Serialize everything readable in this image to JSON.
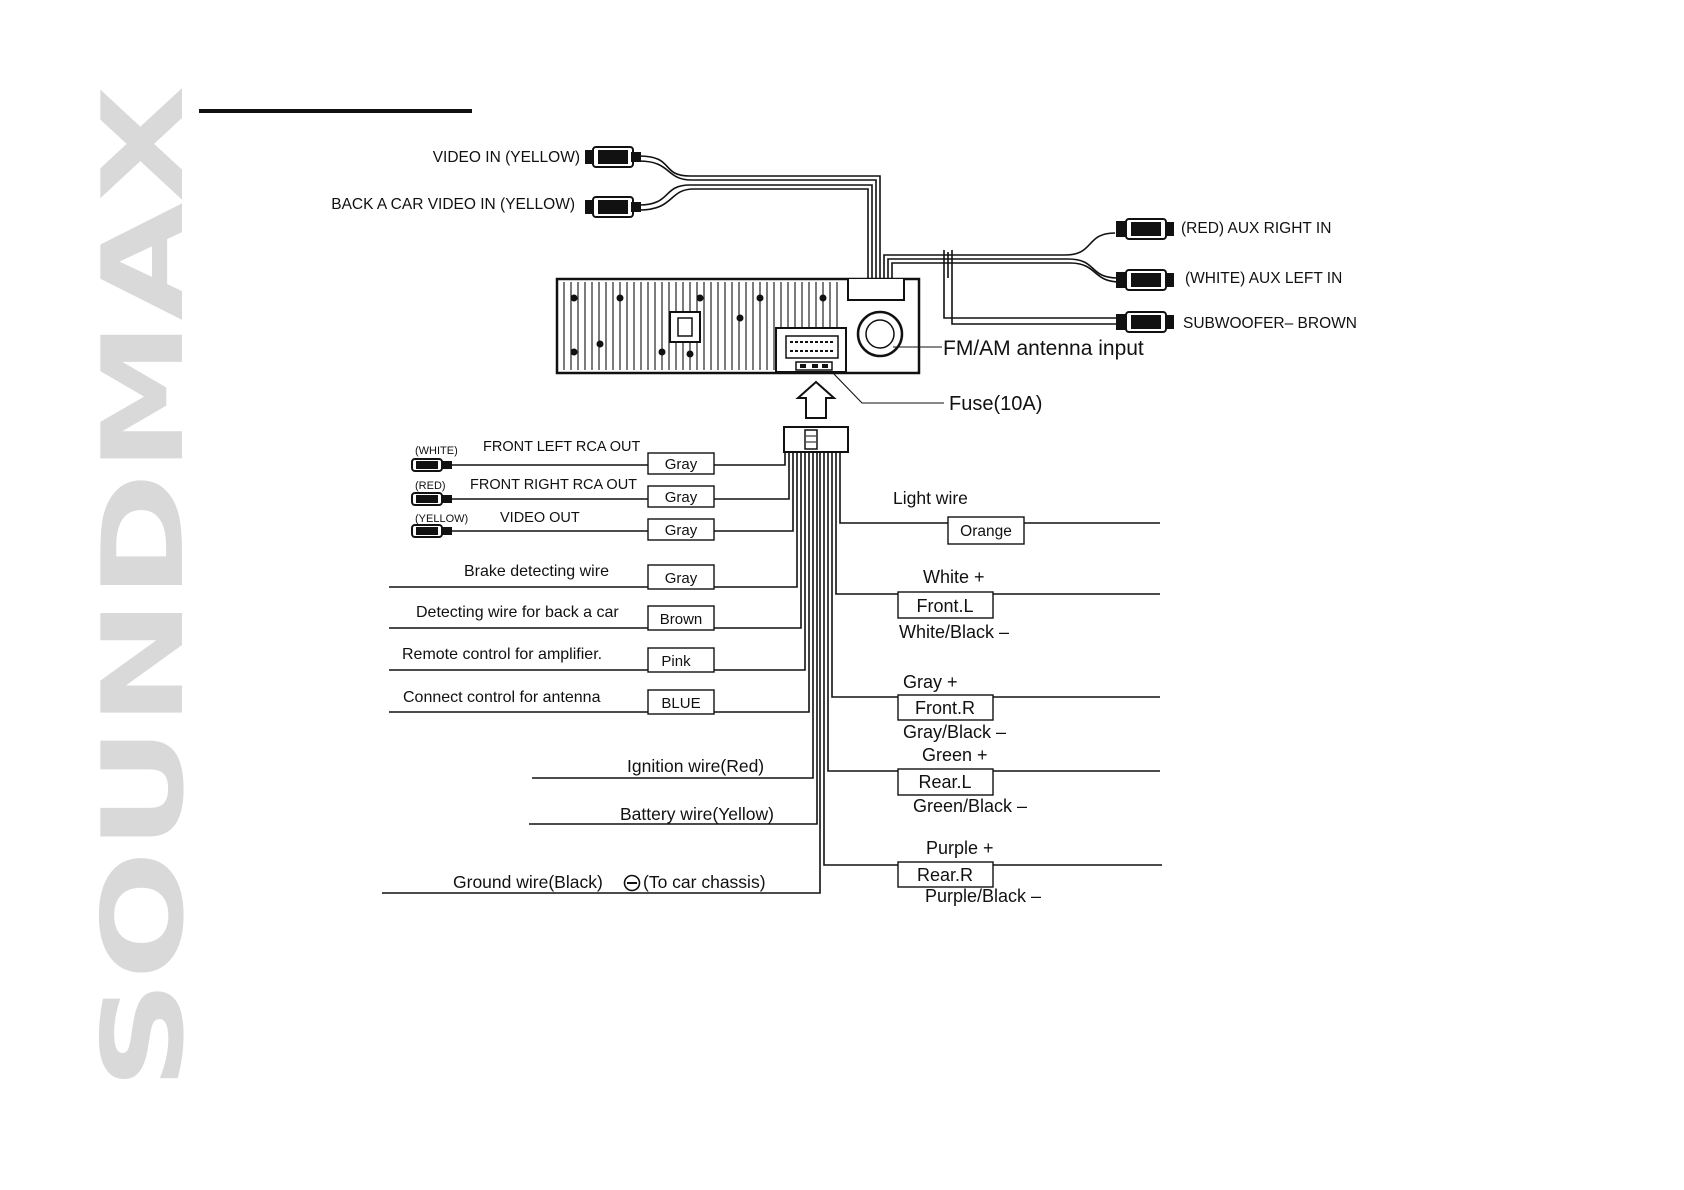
{
  "brand": "SOUNDMAX",
  "top_left": [
    {
      "text": "VIDEO IN  (YELLOW)"
    },
    {
      "text": "BACK A CAR VIDEO IN  (YELLOW)"
    }
  ],
  "top_right": [
    {
      "text": "(RED)  AUX RIGHT IN"
    },
    {
      "text": "(WHITE) AUX LEFT IN"
    },
    {
      "text": "SUBWOOFER– BROWN"
    }
  ],
  "unit_callouts": {
    "antenna": "FM/AM antenna input",
    "fuse": "Fuse(10A)"
  },
  "left_rca": [
    {
      "plug": "(WHITE)",
      "label": "FRONT LEFT RCA OUT",
      "color": "Gray"
    },
    {
      "plug": "(RED)",
      "label": "FRONT RIGHT RCA OUT",
      "color": "Gray"
    },
    {
      "plug": "(YELLOW)",
      "label": "VIDEO OUT",
      "color": "Gray"
    }
  ],
  "left_wires": [
    {
      "label": "Brake detecting wire",
      "color": "Gray"
    },
    {
      "label": "Detecting wire for back a car",
      "color": "Brown"
    },
    {
      "label": "Remote control for amplifier.",
      "color": "Pink"
    },
    {
      "label": "Connect control for antenna",
      "color": "BLUE"
    }
  ],
  "power_wires": [
    {
      "label": "Ignition wire(Red)"
    },
    {
      "label": "Battery wire(Yellow)"
    },
    {
      "label_a": "Ground wire(Black)",
      "label_b": "(To car chassis)"
    }
  ],
  "light_wire": {
    "label": "Light wire",
    "color": "Orange"
  },
  "speakers": [
    {
      "plus": "White +",
      "box": "Front.L",
      "minus": "White/Black –"
    },
    {
      "plus": "Gray +",
      "box": "Front.R",
      "minus": "Gray/Black –"
    },
    {
      "plus": "Green +",
      "box": "Rear.L",
      "minus": "Green/Black  –"
    },
    {
      "plus": "Purple +",
      "box": "Rear.R",
      "minus": "Purple/Black –"
    }
  ]
}
